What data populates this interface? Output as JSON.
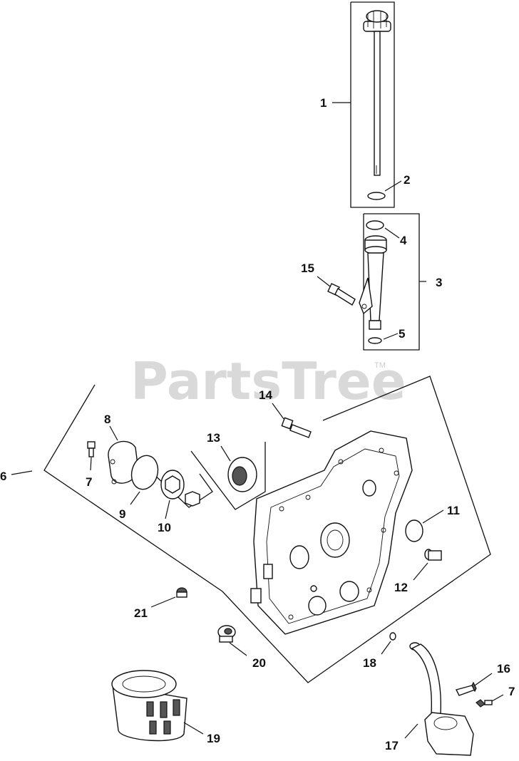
{
  "diagram": {
    "watermark": "PartsTree",
    "watermark_mark": "TM",
    "callouts": [
      {
        "id": "c1",
        "label": "1"
      },
      {
        "id": "c2",
        "label": "2"
      },
      {
        "id": "c3",
        "label": "3"
      },
      {
        "id": "c4",
        "label": "4"
      },
      {
        "id": "c5",
        "label": "5"
      },
      {
        "id": "c15",
        "label": "15"
      },
      {
        "id": "c14",
        "label": "14"
      },
      {
        "id": "c13",
        "label": "13"
      },
      {
        "id": "c8",
        "label": "8"
      },
      {
        "id": "c6",
        "label": "6"
      },
      {
        "id": "c7a",
        "label": "7"
      },
      {
        "id": "c9",
        "label": "9"
      },
      {
        "id": "c10",
        "label": "10"
      },
      {
        "id": "c11",
        "label": "11"
      },
      {
        "id": "c12",
        "label": "12"
      },
      {
        "id": "c21",
        "label": "21"
      },
      {
        "id": "c20",
        "label": "20"
      },
      {
        "id": "c18",
        "label": "18"
      },
      {
        "id": "c16",
        "label": "16"
      },
      {
        "id": "c7b",
        "label": "7"
      },
      {
        "id": "c19",
        "label": "19"
      },
      {
        "id": "c17",
        "label": "17"
      }
    ]
  }
}
